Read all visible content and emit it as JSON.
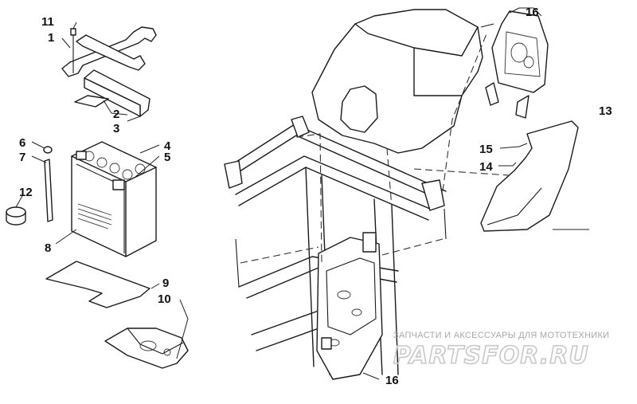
{
  "callouts": [
    {
      "id": "c1",
      "label": "1"
    },
    {
      "id": "c2",
      "label": "2"
    },
    {
      "id": "c3",
      "label": "3"
    },
    {
      "id": "c4",
      "label": "4"
    },
    {
      "id": "c5",
      "label": "5"
    },
    {
      "id": "c6",
      "label": "6"
    },
    {
      "id": "c7",
      "label": "7"
    },
    {
      "id": "c8",
      "label": "8"
    },
    {
      "id": "c9",
      "label": "9"
    },
    {
      "id": "c10",
      "label": "10"
    },
    {
      "id": "c11",
      "label": "11"
    },
    {
      "id": "c12",
      "label": "12"
    },
    {
      "id": "c13",
      "label": "13"
    },
    {
      "id": "c14",
      "label": "14"
    },
    {
      "id": "c15",
      "label": "15"
    },
    {
      "id": "c16a",
      "label": "16"
    },
    {
      "id": "c16b",
      "label": "16"
    }
  ],
  "watermark": {
    "tagline": "ЗАПЧАСТИ И АКСЕССУАРЫ ДЛЯ МОТОТЕХНИКИ",
    "logo": "PARTSFOR.RU"
  }
}
